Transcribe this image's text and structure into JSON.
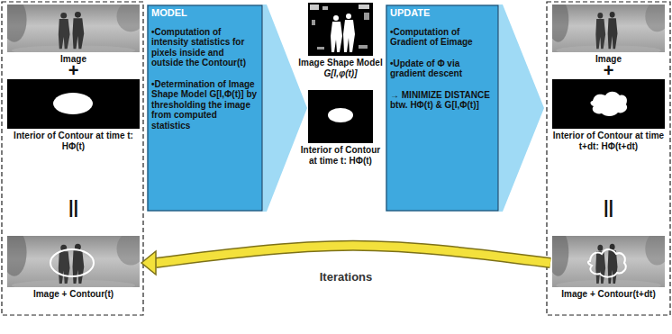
{
  "diagram": {
    "nodes": [
      {
        "text": [
          "Image"
        ]
      },
      {
        "text": [
          "Interior of Contour at time t: HΦ(t)"
        ]
      },
      {
        "text": [
          "Image + Contour(t)"
        ]
      },
      {
        "text": [
          "MODEL",
          "•Computation of intensity statistics for pixels inside and outside the Contour(t)",
          "•Determination of Image Shape Model G[I,Φ(t)] by thresholding the image from computed statistics"
        ]
      },
      {
        "text": [
          "Image Shape Model",
          "G[I,φ(t)]"
        ]
      },
      {
        "text": [
          "Interior of Contour at time t: HΦ(t)"
        ]
      },
      {
        "text": [
          "UPDATE",
          "•Computation of Gradient of Eimage",
          "•Update of Φ via gradient descent",
          "→ MINIMIZE DISTANCE btw. HΦ(t) & G[I,Φ(t)]"
        ]
      },
      {
        "text": [
          "Image"
        ]
      },
      {
        "text": [
          "Interior of Contour at time t+dt: HΦ(t+dt)"
        ]
      },
      {
        "text": [
          "Image + Contour(t+dt)"
        ]
      }
    ],
    "edges": [
      {
        "from": 9,
        "to": 2,
        "label": "Iterations",
        "arrow": "to"
      }
    ],
    "labels": [
      "+",
      "||",
      "+",
      "||"
    ]
  }
}
